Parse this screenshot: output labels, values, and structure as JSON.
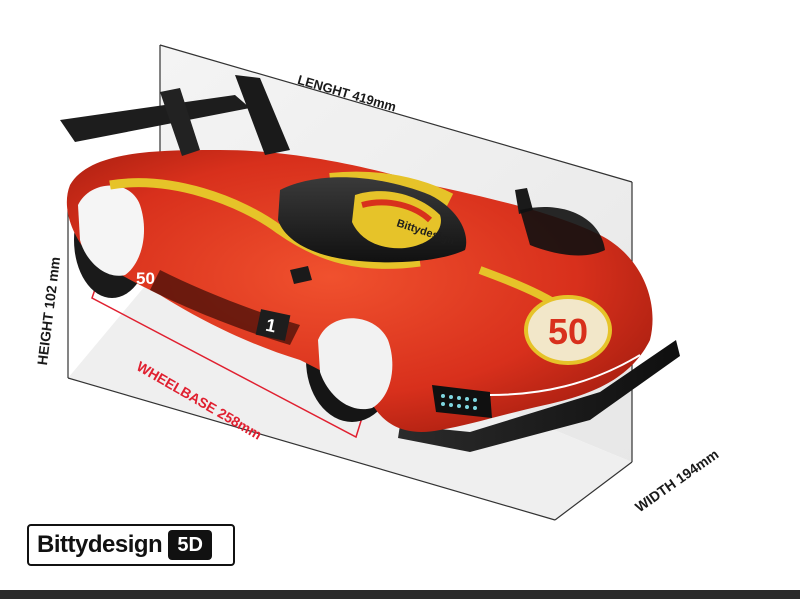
{
  "labels": {
    "length": "LENGHT 419mm",
    "height": "HEIGHT 102 mm",
    "wheelbase": "WHEELBASE 258mm",
    "width": "WIDTH 194mm"
  },
  "car": {
    "race_number": "50",
    "sponsor": "Bittydesign",
    "body_color": "#d8301c",
    "stripe_color": "#e6c329",
    "carbon_color": "#1d1d1d"
  },
  "logo": {
    "brand": "Bittydesign",
    "mark": "5D"
  },
  "colors": {
    "dimension_lines": "#333333",
    "wheelbase_line": "#e02030"
  }
}
